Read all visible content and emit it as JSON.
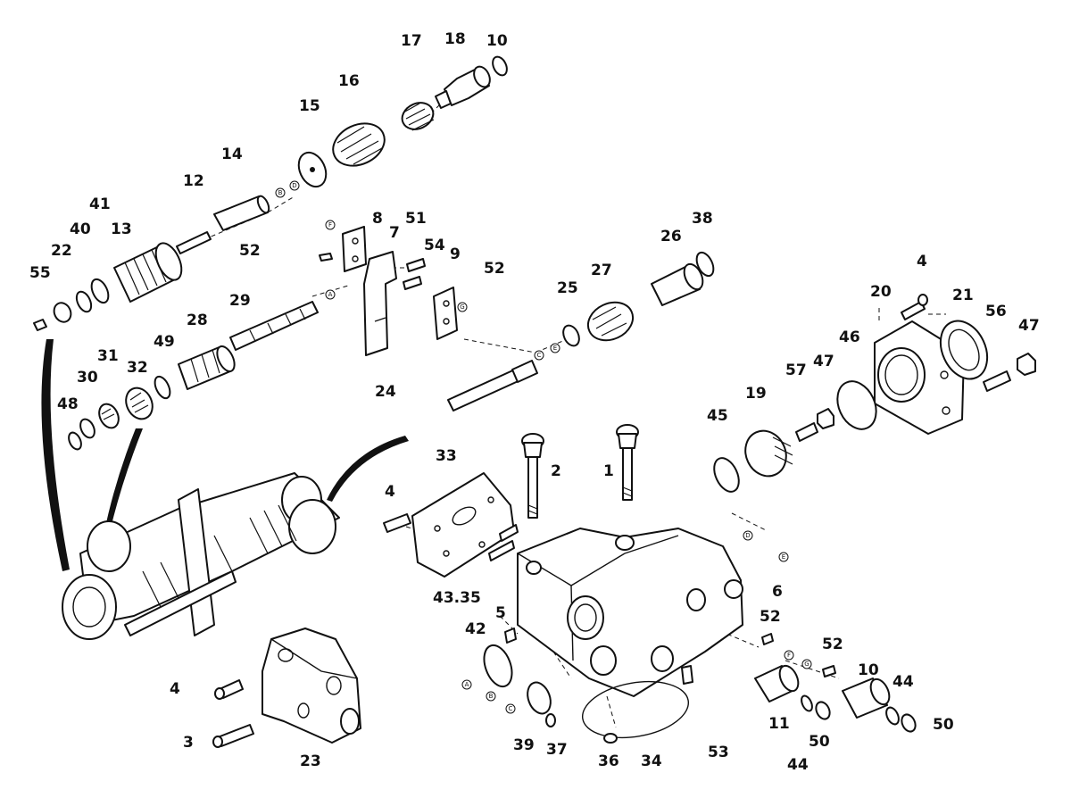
{
  "callouts": [
    "17",
    "18",
    "10",
    "16",
    "15",
    "14",
    "12",
    "41",
    "40",
    "13",
    "22",
    "55",
    "8",
    "51",
    "7",
    "54",
    "9",
    "52",
    "38",
    "26",
    "27",
    "25",
    "29",
    "28",
    "49",
    "31",
    "32",
    "30",
    "48",
    "24",
    "4",
    "20",
    "21",
    "56",
    "47",
    "46",
    "57",
    "47",
    "19",
    "45",
    "33",
    "2",
    "1",
    "4",
    "43.35",
    "5",
    "6",
    "52",
    "42",
    "52",
    "10",
    "44",
    "39",
    "37",
    "36",
    "34",
    "53",
    "11",
    "50",
    "44",
    "50",
    "23",
    "4",
    "3",
    "52"
  ],
  "markers": [
    "B",
    "D",
    "F",
    "A",
    "G",
    "C",
    "E",
    "A",
    "B",
    "C",
    "D",
    "E",
    "F",
    "G"
  ]
}
